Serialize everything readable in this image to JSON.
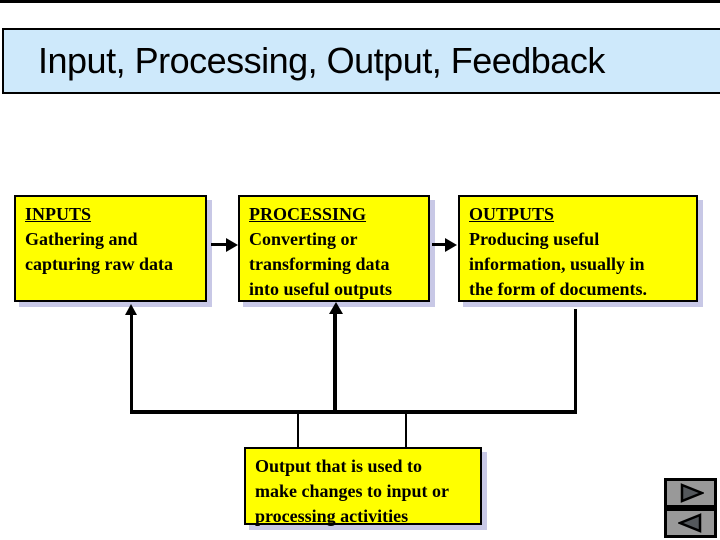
{
  "slide": {
    "title": "Input, Processing, Output, Feedback"
  },
  "diagram": {
    "boxes": [
      {
        "id": "inputs",
        "heading": "INPUTS",
        "lines": [
          "Gathering and",
          "capturing raw data"
        ]
      },
      {
        "id": "processing",
        "heading": "PROCESSING",
        "lines": [
          "Converting or",
          "transforming data",
          "into useful outputs"
        ]
      },
      {
        "id": "outputs",
        "heading": "OUTPUTS",
        "lines": [
          "Producing useful",
          "information, usually in",
          "the form of documents."
        ]
      }
    ],
    "feedback_box": {
      "lines": [
        "Output that is used to",
        "make changes to input or",
        "processing activities"
      ]
    },
    "connectors": [
      "inputs-to-processing-arrow",
      "processing-to-outputs-arrow",
      "feedback-to-inputs-arrow",
      "feedback-to-processing-arrow",
      "outputs-to-feedback-line"
    ]
  },
  "nav": {
    "next_button_icon": "right-triangle-icon",
    "back_button_icon": "left-triangle-icon"
  },
  "colors": {
    "title_bar_bg": "#cee9fb",
    "box_fill": "#ffff00",
    "box_shadow": "#c8c8e6",
    "line_color": "#000000",
    "nav_button_bg": "#999999",
    "nav_triangle_fill": "#54585c"
  }
}
